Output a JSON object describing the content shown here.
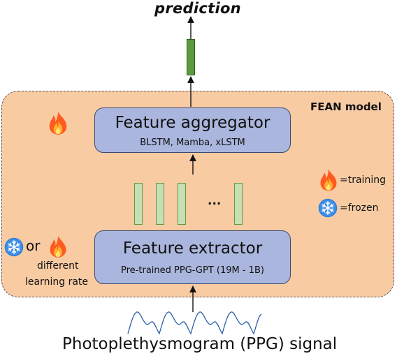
{
  "top_label": "prediction",
  "model_label": "FEAN model",
  "aggregator": {
    "title": "Feature aggregator",
    "subtitle": "BLSTM, Mamba, xLSTM"
  },
  "extractor": {
    "title": "Feature extractor",
    "subtitle": "Pre-trained PPG-GPT (19M - 1B)"
  },
  "ellipsis": "...",
  "legend": {
    "training": "=training",
    "frozen": "=frozen"
  },
  "extractor_note": {
    "or": "or",
    "line1": "different",
    "line2": "learning rate"
  },
  "input_label": "Photoplethysmogram (PPG) signal",
  "icons": {
    "training": "flame-icon",
    "frozen": "snowflake-icon"
  },
  "colors": {
    "panel": "#f8cba3",
    "block": "#aab6dd",
    "feature": "#c6e0b4",
    "prediction": "#5a9b3e",
    "signal": "#2e5fa8",
    "flame": "#ff5a1f",
    "snowflake": "#2f7fd8"
  }
}
